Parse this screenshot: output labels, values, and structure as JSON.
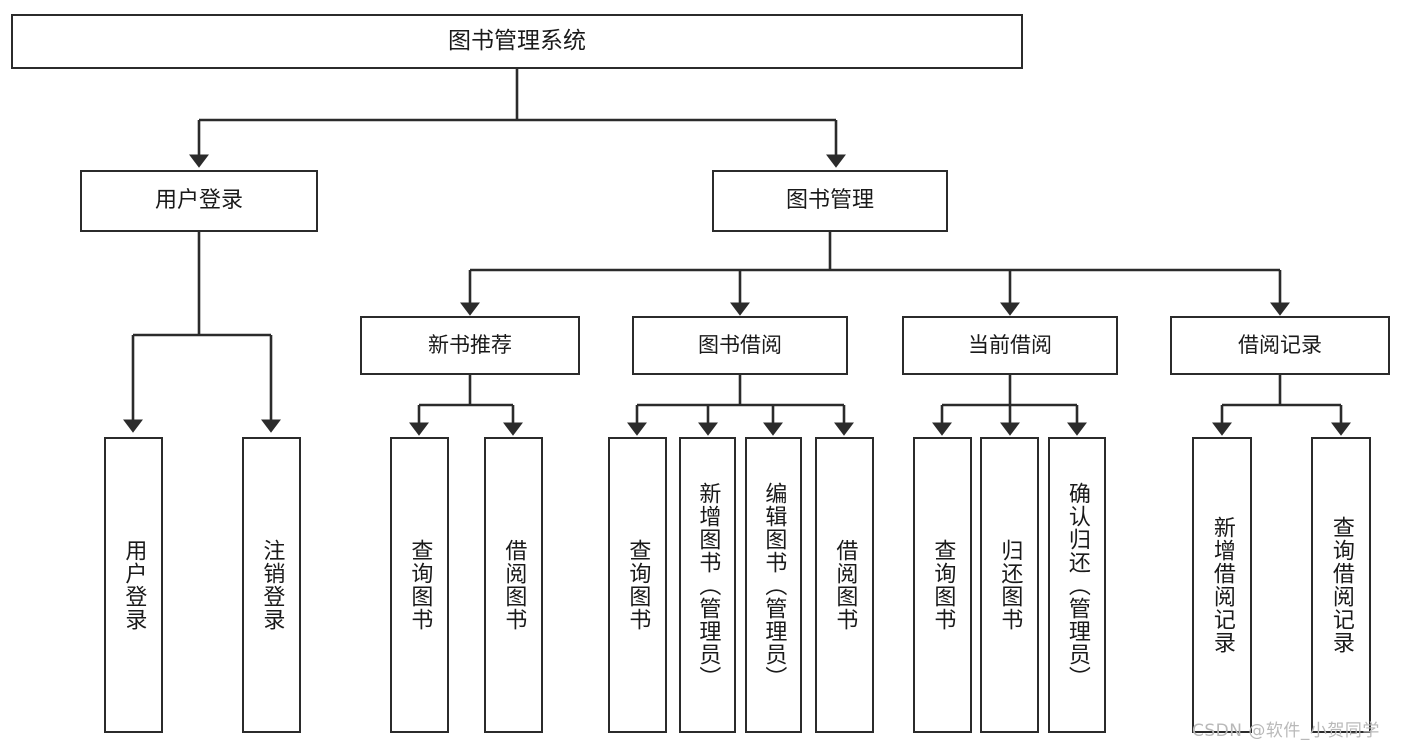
{
  "diagram": {
    "title": "图书管理系统",
    "type": "tree-hierarchy-chart",
    "root": {
      "label": "图书管理系统"
    },
    "level1": [
      {
        "label": "用户登录"
      },
      {
        "label": "图书管理"
      }
    ],
    "level2": [
      {
        "label": "新书推荐"
      },
      {
        "label": "图书借阅"
      },
      {
        "label": "当前借阅"
      },
      {
        "label": "借阅记录"
      }
    ],
    "leaves": {
      "user_login": [
        {
          "label": "用户登录"
        },
        {
          "label": "注销登录"
        }
      ],
      "new_book_recommend": [
        {
          "label": "查询图书"
        },
        {
          "label": "借阅图书"
        }
      ],
      "book_borrow": [
        {
          "label": "查询图书"
        },
        {
          "label": "新增图书（管理员）"
        },
        {
          "label": "编辑图书（管理员）"
        },
        {
          "label": "借阅图书"
        }
      ],
      "current_borrow": [
        {
          "label": "查询图书"
        },
        {
          "label": "归还图书"
        },
        {
          "label": "确认归还（管理员）"
        }
      ],
      "borrow_record": [
        {
          "label": "新增借阅记录"
        },
        {
          "label": "查询借阅记录"
        }
      ]
    }
  },
  "watermark": {
    "text": "CSDN @软件_小贺同学"
  },
  "colors": {
    "border": "#2b2b2b",
    "background": "#ffffff",
    "text": "#1a1a1a",
    "watermark": "#b9b9b9"
  }
}
